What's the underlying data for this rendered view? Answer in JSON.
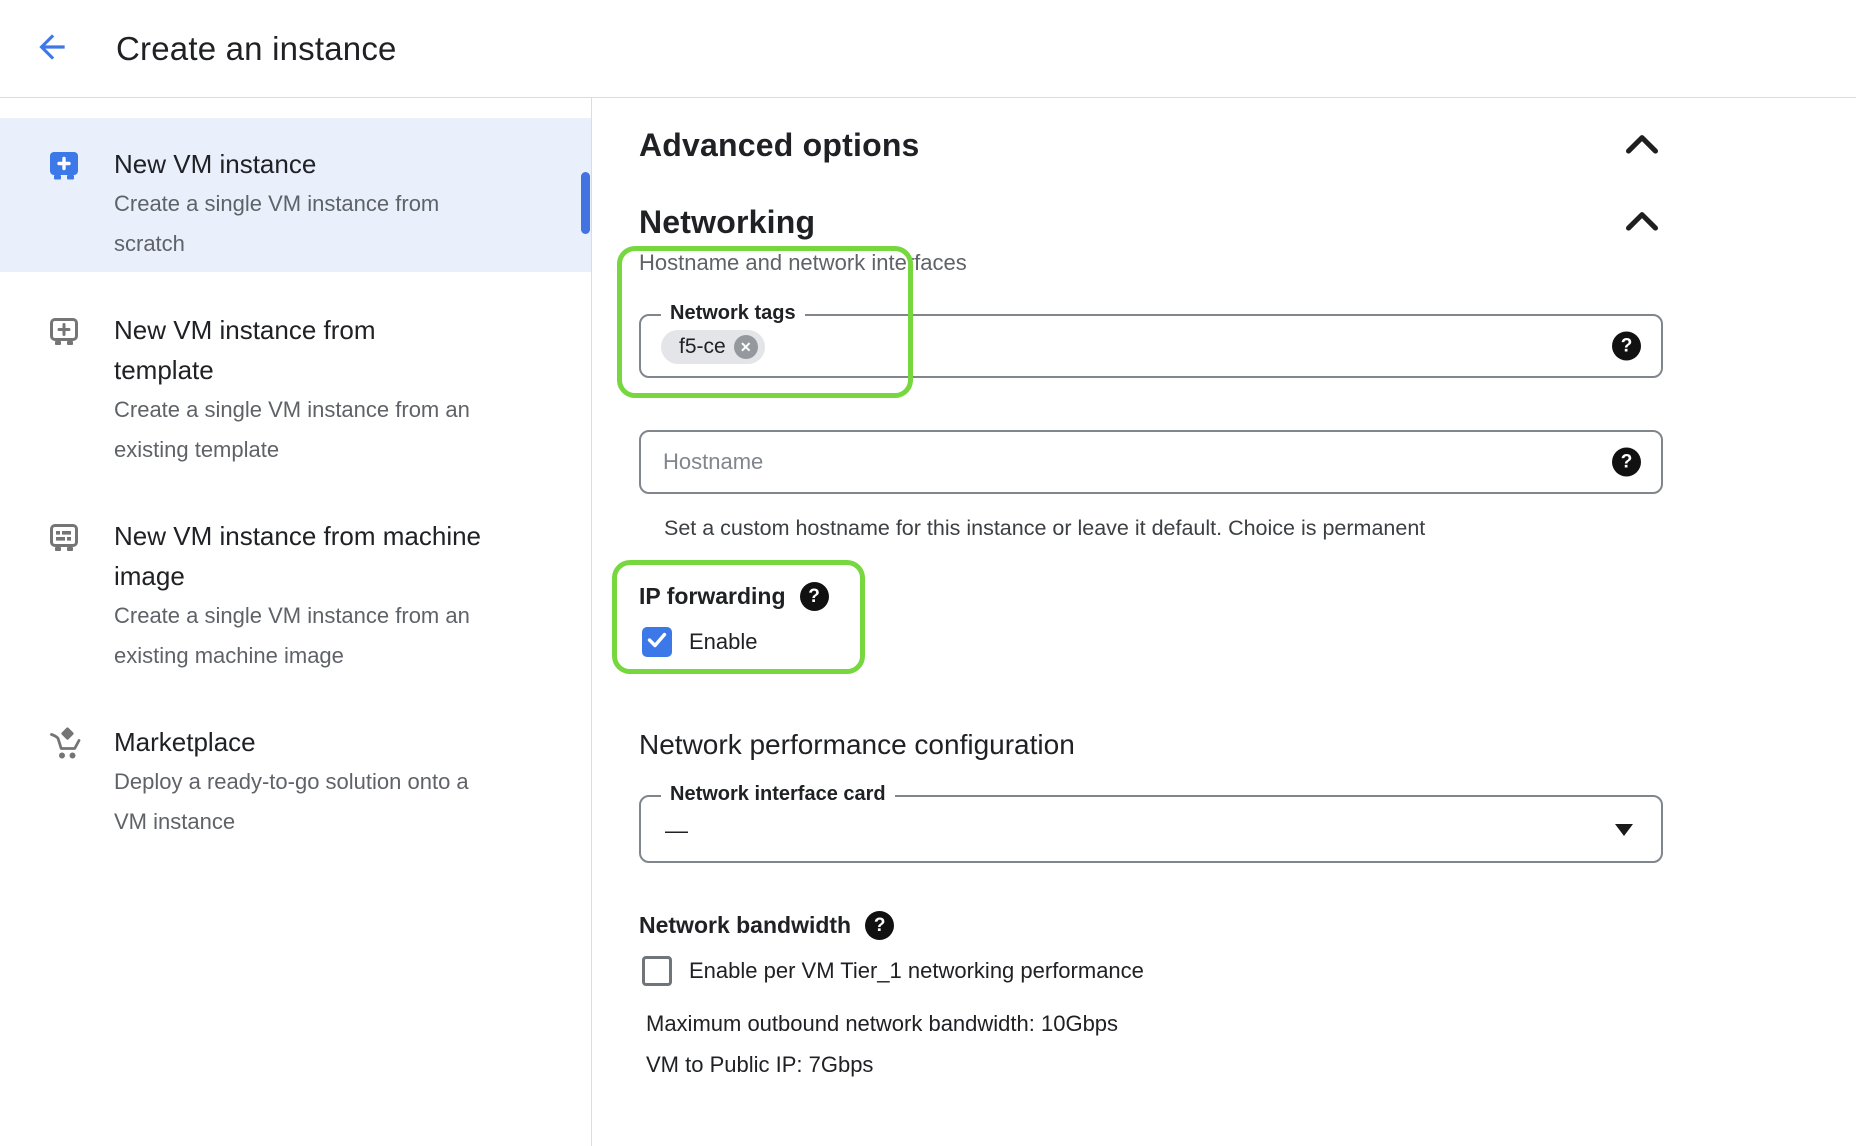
{
  "header": {
    "title": "Create an instance"
  },
  "sidebar": {
    "items": [
      {
        "title": "New VM instance",
        "description": "Create a single VM instance from scratch",
        "icon": "vm-instance-icon",
        "selected": true
      },
      {
        "title": "New VM instance from template",
        "description": "Create a single VM instance from an existing template",
        "icon": "vm-template-icon",
        "selected": false
      },
      {
        "title": "New VM instance from machine image",
        "description": "Create a single VM instance from an existing machine image",
        "icon": "machine-image-icon",
        "selected": false
      },
      {
        "title": "Marketplace",
        "description": "Deploy a ready-to-go solution onto a VM instance",
        "icon": "marketplace-cart-icon",
        "selected": false
      }
    ]
  },
  "main": {
    "advanced": {
      "title": "Advanced options"
    },
    "networking": {
      "title": "Networking",
      "subtitle": "Hostname and network interfaces",
      "network_tags": {
        "label": "Network tags",
        "chips": [
          {
            "text": "f5-ce"
          }
        ]
      },
      "hostname": {
        "placeholder": "Hostname",
        "help_text": "Set a custom hostname for this instance or leave it default. Choice is permanent"
      },
      "ip_forwarding": {
        "label": "IP forwarding",
        "checkbox_label": "Enable",
        "checked": true
      }
    },
    "performance": {
      "title": "Network performance configuration",
      "nic": {
        "label": "Network interface card",
        "value": "—"
      },
      "bandwidth": {
        "label": "Network bandwidth",
        "tier1_label": "Enable per VM Tier_1 networking performance",
        "tier1_checked": false,
        "max_outbound": "Maximum outbound network bandwidth: 10Gbps",
        "vm_to_public": "VM to Public IP: 7Gbps"
      }
    }
  },
  "icons": {
    "help_glyph": "?",
    "chip_remove_glyph": "✕"
  },
  "colors": {
    "accent_blue": "#3c78e7",
    "annotation_green": "#76d73e",
    "selected_item_bg": "#e9f0fc",
    "divider": "#dadce0"
  }
}
